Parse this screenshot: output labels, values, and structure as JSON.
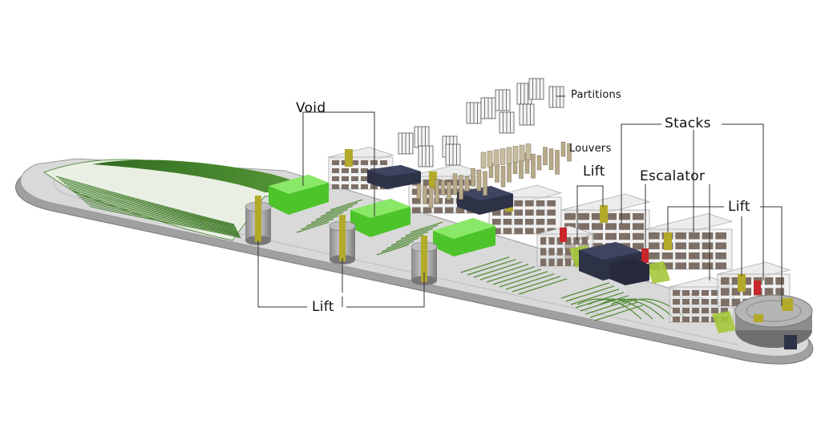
{
  "labels": {
    "void": "Void",
    "partitions": "Partitions",
    "louvers": "Louvers",
    "stacks": "Stacks",
    "lift_top": "Lift",
    "escalator": "Escalator",
    "lift_right": "Lift",
    "lift_bottom": "Lift"
  },
  "colors": {
    "base": "#d9d9d9",
    "base_edge": "#9a9a9a",
    "green_void": "#5fd43a",
    "stack_frame": "#e4e4e4",
    "shelf": "#7d6f66",
    "lift_core": "#b3aa2a",
    "escalator_red": "#c8262b",
    "dark_block": "#2d3247",
    "louver": "#b7aa8a",
    "landscape_green": "#3f7a27",
    "leader": "#333333"
  }
}
